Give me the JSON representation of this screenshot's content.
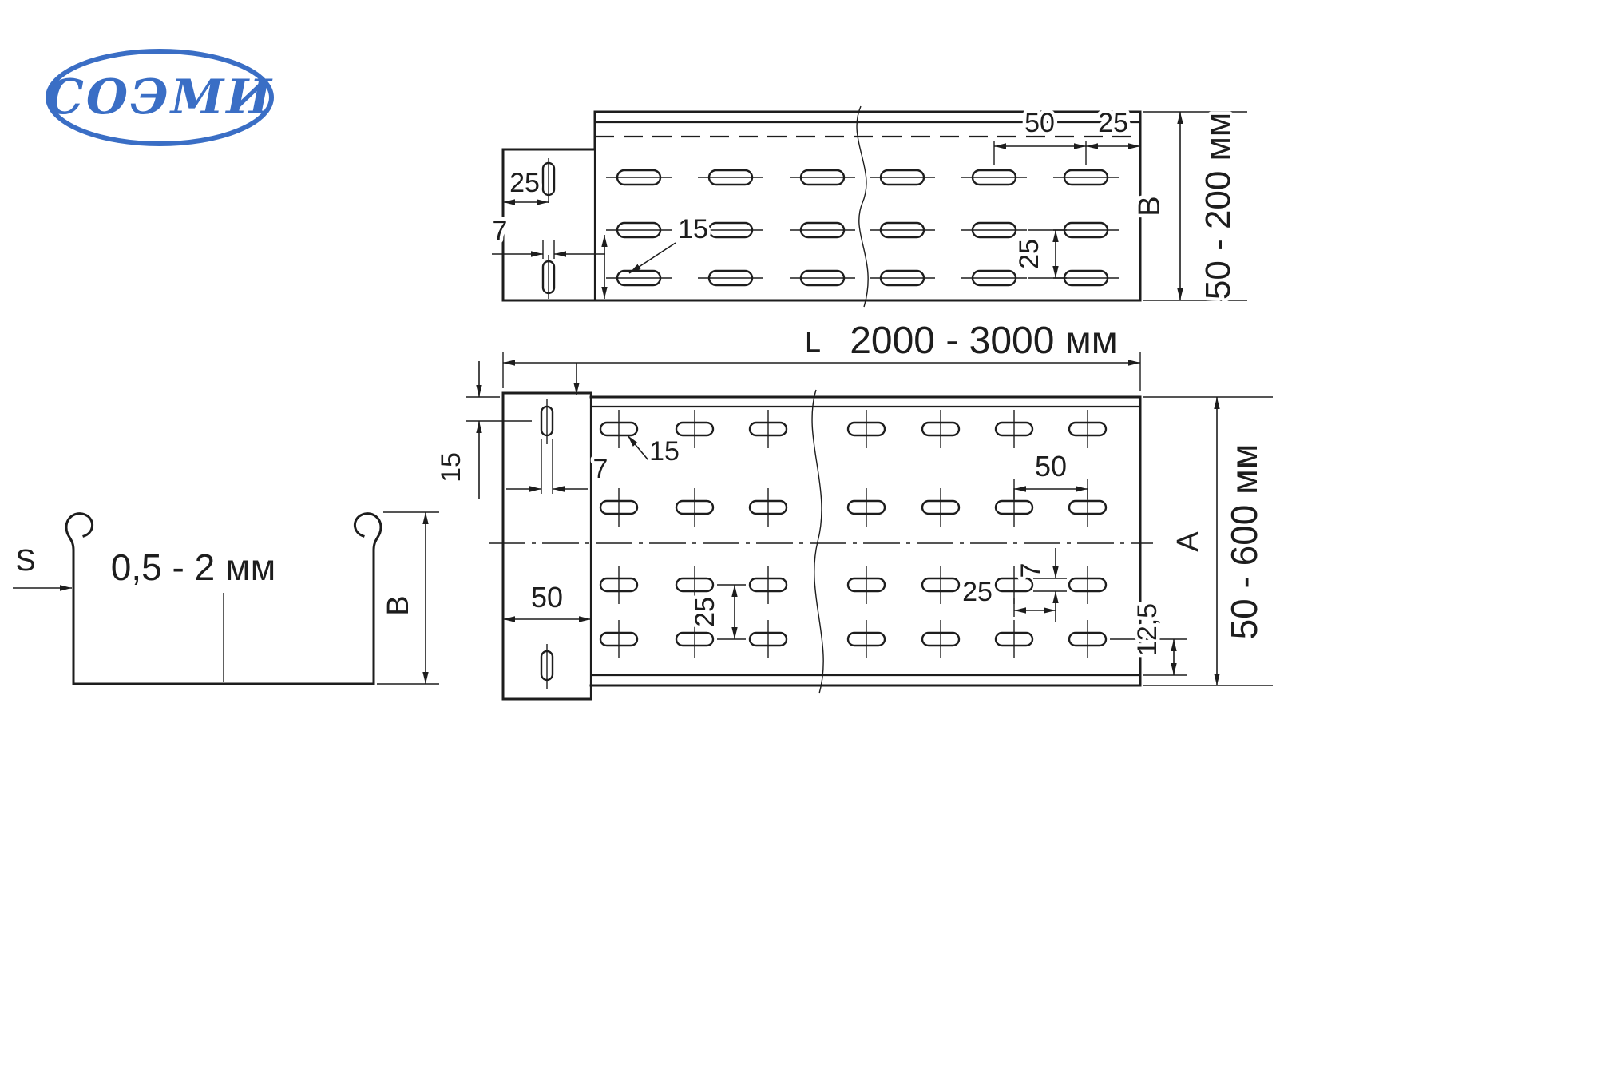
{
  "meta": {
    "background": "#ffffff",
    "line_color": "#1d1d1d",
    "accent_blue": "#3a6ec5"
  },
  "logo": {
    "text": "СОЭМИ"
  },
  "cross_section": {
    "thickness_symbol": "S",
    "thickness_range": "0,5 - 2 мм",
    "height_symbol": "B"
  },
  "side_view": {
    "pitch_50": "50",
    "edge_offset_25": "25",
    "height_symbol": "B",
    "height_range": "50 - 200 мм",
    "bracket_offset_25": "25",
    "slot_width_7": "7",
    "slot_length_15": "15",
    "row_pitch_25": "25"
  },
  "plan_view": {
    "length_symbol": "L",
    "length_range": "2000 - 3000 мм",
    "edge_offset_15": "15",
    "slot_width_7": "7",
    "slot_length_15": "15",
    "bracket_width_50": "50",
    "row_pitch_25": "25",
    "pitch_50": "50",
    "slot_width_7_right": "7",
    "offset_25": "25",
    "edge_offset_12_5": "12,5",
    "width_symbol": "A",
    "width_range": "50 - 600 мм"
  }
}
